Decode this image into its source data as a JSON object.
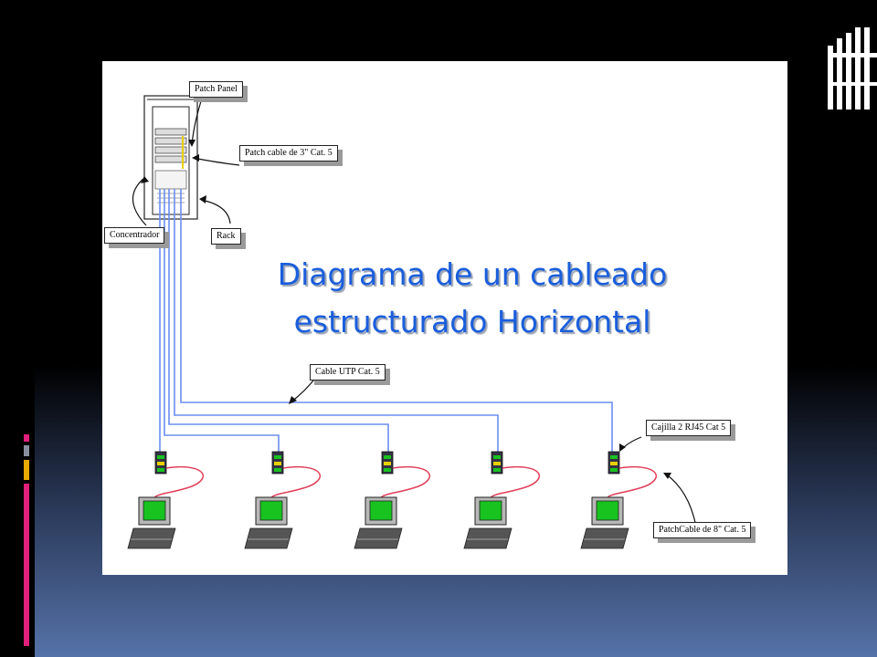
{
  "diagram": {
    "title_line1": "Diagrama de un cableado",
    "title_line2": "estructurado Horizontal",
    "labels": {
      "patch_panel": "Patch Panel",
      "patch_cable_short": "Patch cable de 3\" Cat. 5",
      "concentrador": "Concentrador",
      "rack": "Rack",
      "cable_utp": "Cable UTP Cat. 5",
      "cajilla": "Cajilla 2 RJ45 Cat 5",
      "patch_cable_long": "PatchCable de 8\" Cat. 5"
    },
    "workstation_count": 5
  },
  "colors": {
    "title": "#1a5edc",
    "cable_blue": "#6b8ef0",
    "patch_red": "#e0405a",
    "screen_green": "#18c21f",
    "accent_magenta": "#e0207a",
    "accent_gold": "#e8a800"
  }
}
